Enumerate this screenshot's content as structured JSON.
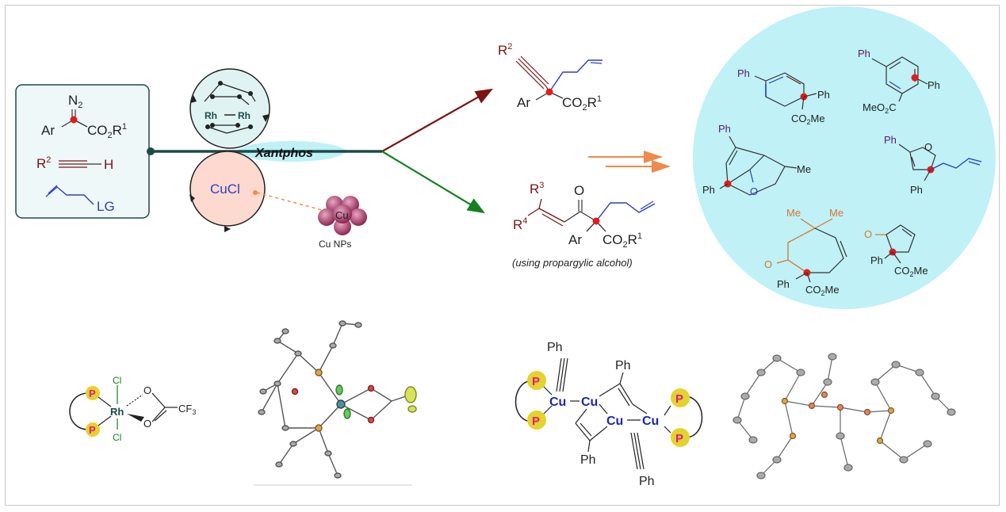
{
  "reagents": {
    "n2": "N",
    "n2_sub": "2",
    "ar": "Ar",
    "co2r": "CO",
    "co2r_sub": "2",
    "co2r_r": "R",
    "co2r_sup": "1",
    "alkyne_r": "R",
    "alkyne_sup": "2",
    "alkyne_h": "H",
    "lg": "LG"
  },
  "catalysts": {
    "rh_left": "Rh",
    "rh_right": "Rh",
    "ligand": "Xantphos",
    "cucl": "CuCl",
    "cu_np": "Cu",
    "cu_np_label": "Cu NPs"
  },
  "product_top": {
    "r": "R",
    "r_sup": "2",
    "ar": "Ar",
    "co2r": "CO",
    "co2r_sub": "2",
    "co2r_r": "R",
    "co2r_sup": "1"
  },
  "product_bottom": {
    "r3": "R",
    "r3_sup": "3",
    "r4": "R",
    "r4_sup": "4",
    "o": "O",
    "ar": "Ar",
    "co2r": "CO",
    "co2r_sub": "2",
    "co2r_r": "R",
    "co2r_sup": "1",
    "note": "(using propargylic alcohol)"
  },
  "derivatives": {
    "ph": "Ph",
    "co2me": "CO",
    "co2me_sub": "2",
    "co2me_me": "Me",
    "meo2c": "MeO",
    "meo2c_sub": "2",
    "meo2c_c": "C",
    "me": "Me",
    "o": "O"
  },
  "rh_complex": {
    "p": "P",
    "cl": "Cl",
    "rh": "Rh",
    "o": "O",
    "cf3": "CF",
    "cf3_sub": "3"
  },
  "cu_cluster": {
    "ph": "Ph",
    "cu": "Cu",
    "p": "P"
  },
  "colors": {
    "dark_teal": "#1d4a48",
    "dark_red": "#7b1414",
    "green": "#15801e",
    "orange": "#f0894c",
    "blue": "#2b3fc0",
    "circle_bg": "#bff1f7",
    "box_bg": "#eef8f8",
    "cucl_bg": "#fdd9cf",
    "p_yellow": "#e3d32c",
    "p_pink": "#e8168c"
  }
}
